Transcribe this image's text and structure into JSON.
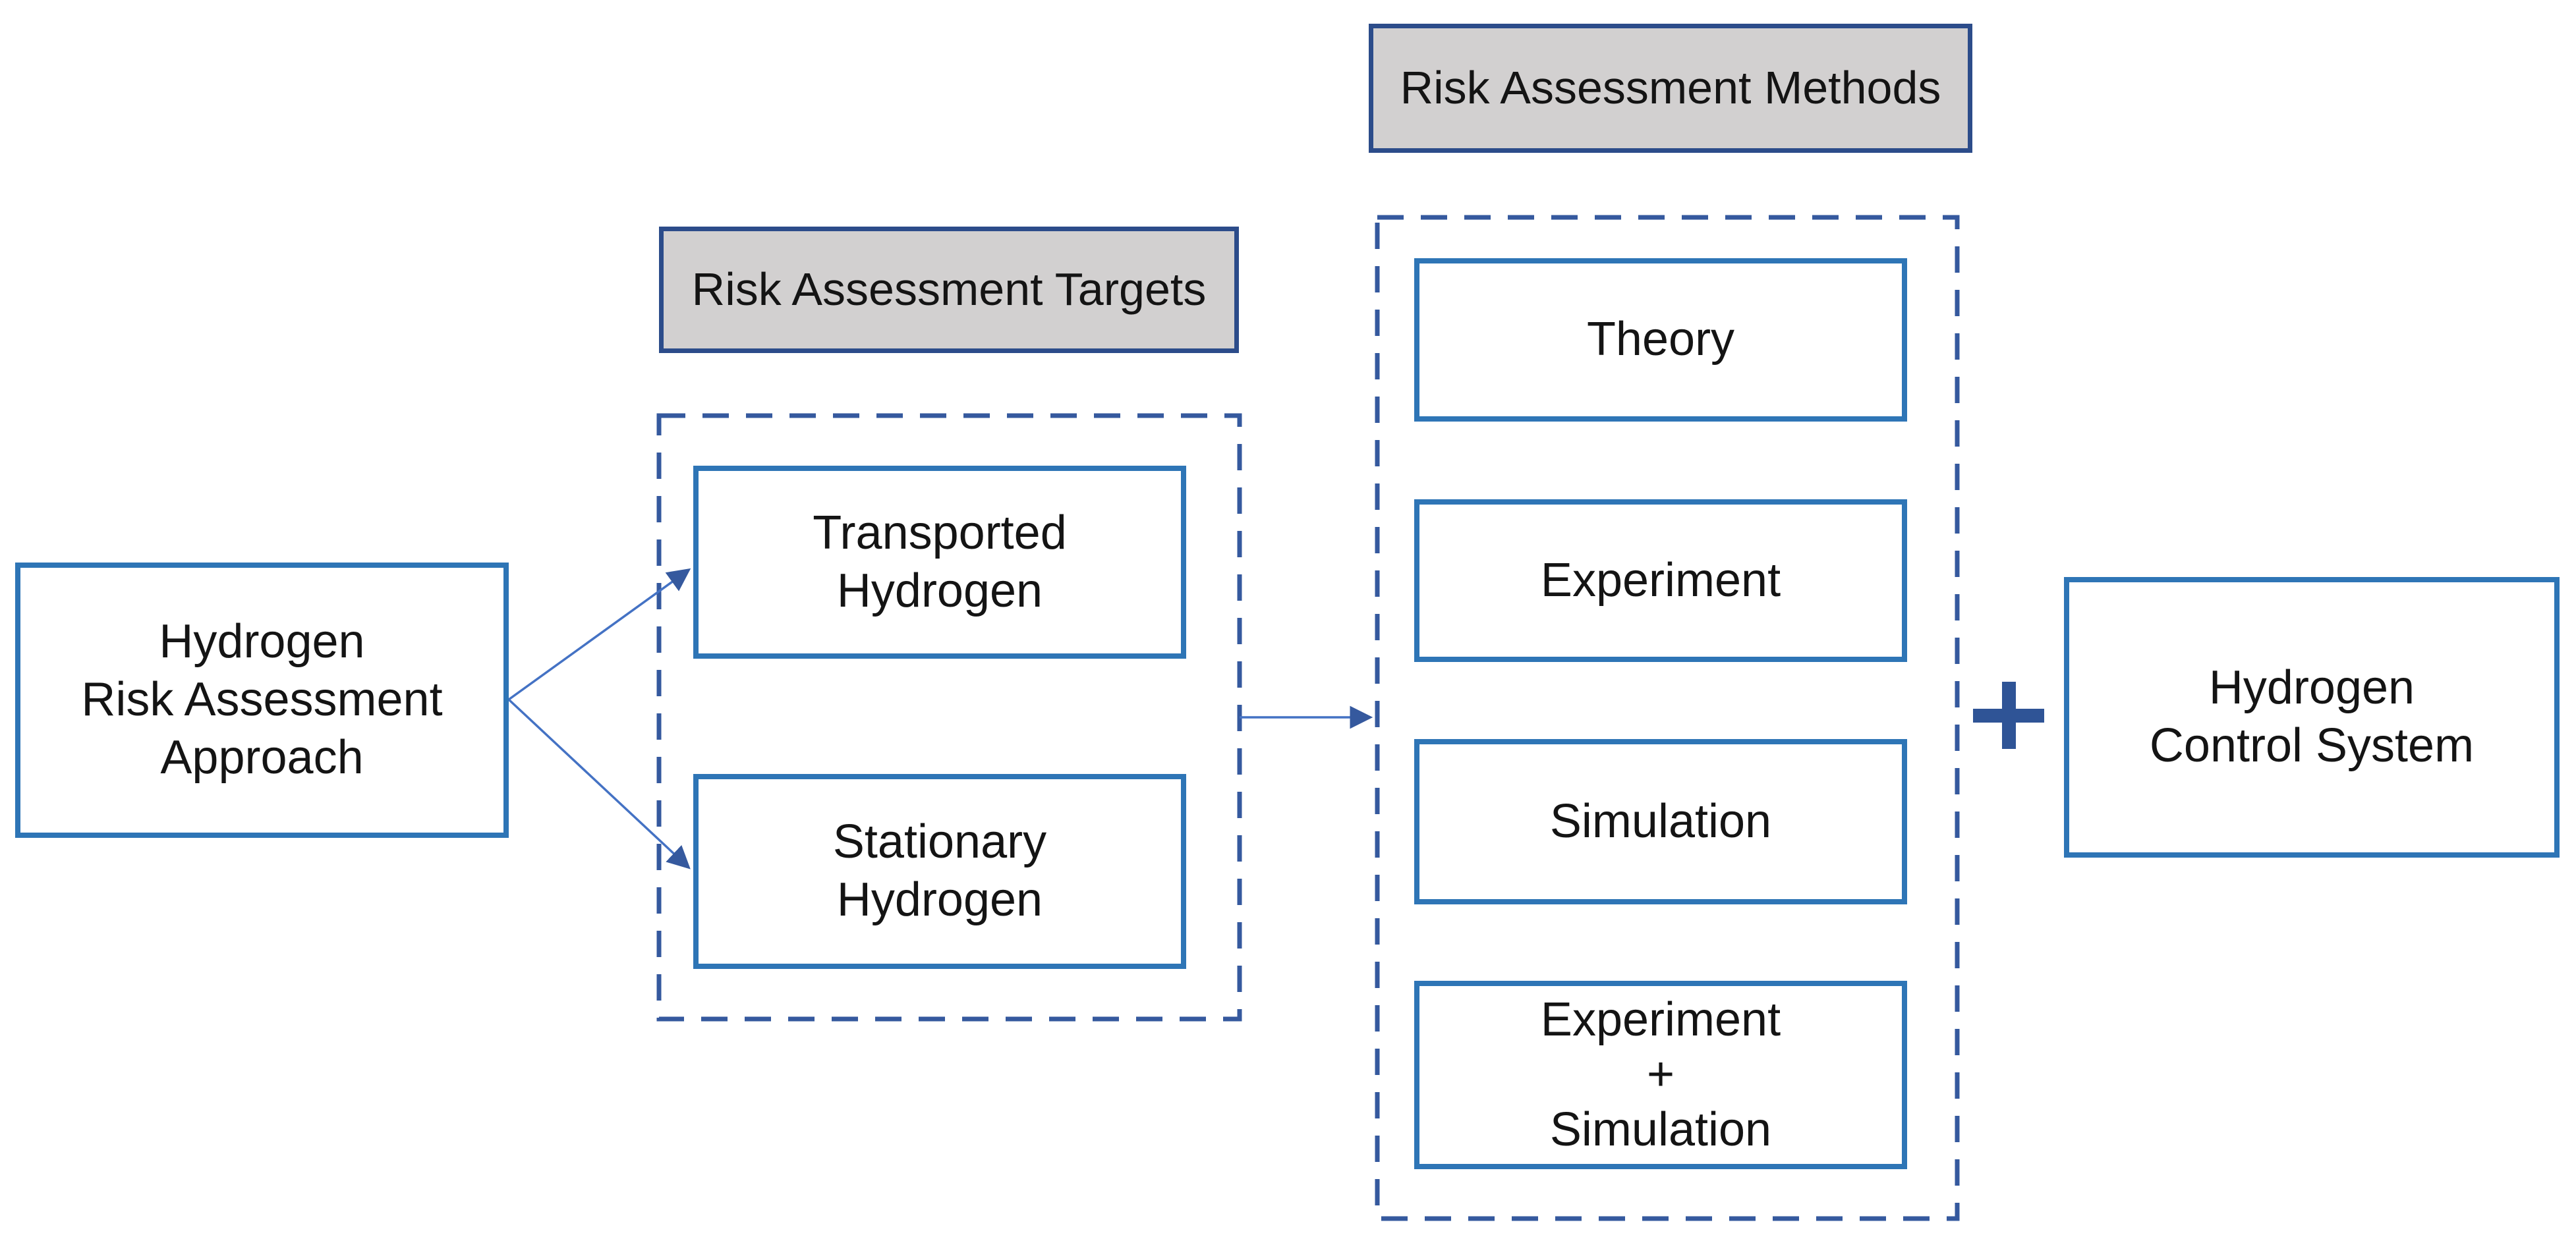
{
  "diagram": {
    "approach_box": "Hydrogen\nRisk Assessment\nApproach",
    "targets": {
      "header": "Risk Assessment Targets",
      "items": [
        "Transported\nHydrogen",
        "Stationary\nHydrogen"
      ]
    },
    "methods": {
      "header": "Risk Assessment Methods",
      "items": [
        "Theory",
        "Experiment",
        "Simulation",
        "Experiment\n+\nSimulation"
      ]
    },
    "plus_symbol": "+",
    "control_box": "Hydrogen\nControl System",
    "colors": {
      "background": "#FFFFFF",
      "text": "#141414",
      "box_border": "#2E75B6",
      "header_border": "#2C4C8A",
      "header_fill": "#D2D0D0",
      "group_border": "#35599E",
      "arrow_line": "#4472C4",
      "arrow_head": "#35599E",
      "plus": "#2F5496"
    }
  }
}
